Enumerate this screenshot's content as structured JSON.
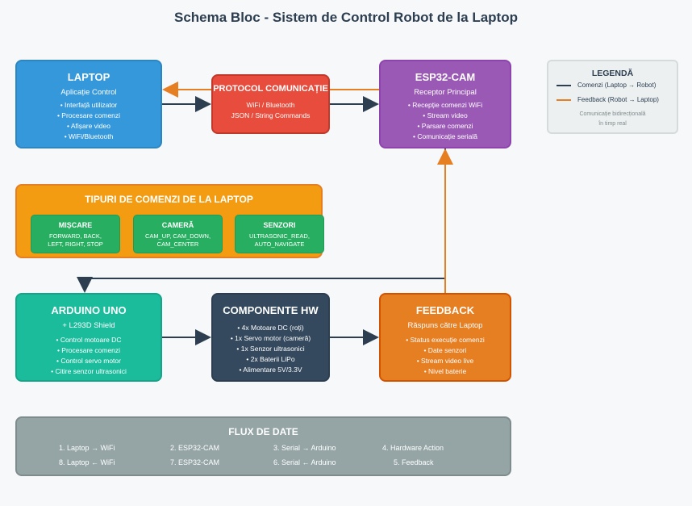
{
  "title": "Schema Bloc - Sistem de Control Robot de la Laptop",
  "laptop": {
    "title": "LAPTOP",
    "subtitle": "Aplicație Control",
    "items": [
      "• Interfață utilizator",
      "• Procesare comenzi",
      "• Afișare video",
      "• WiFi/Bluetooth"
    ]
  },
  "protocol": {
    "title": "PROTOCOL COMUNICAȚIE",
    "items": [
      "WiFi / Bluetooth",
      "JSON / String Commands"
    ]
  },
  "esp": {
    "title": "ESP32-CAM",
    "subtitle": "Receptor Principal",
    "items": [
      "• Recepție comenzi WiFi",
      "• Stream video",
      "• Parsare comenzi",
      "• Comunicație serială"
    ]
  },
  "legend": {
    "title": "LEGENDĂ",
    "commands": "Comenzi (Laptop → Robot)",
    "feedback": "Feedback (Robot → Laptop)",
    "note1": "Comunicație bidirecțională",
    "note2": "în timp real",
    "colors": {
      "commands": "#2c3e50",
      "feedback": "#e67e22"
    }
  },
  "types": {
    "title": "TIPURI DE COMENZI DE LA LAPTOP",
    "groups": [
      {
        "title": "MIȘCARE",
        "line1": "FORWARD, BACK,",
        "line2": "LEFT, RIGHT, STOP"
      },
      {
        "title": "CAMERĂ",
        "line1": "CAM_UP, CAM_DOWN,",
        "line2": "CAM_CENTER"
      },
      {
        "title": "SENZORI",
        "line1": "ULTRASONIC_READ,",
        "line2": "AUTO_NAVIGATE"
      }
    ]
  },
  "arduino": {
    "title": "ARDUINO UNO",
    "subtitle": "+ L293D Shield",
    "items": [
      "• Control motoare DC",
      "• Procesare comenzi",
      "• Control servo motor",
      "• Citire senzor ultrasonici"
    ]
  },
  "hw": {
    "title": "COMPONENTE HW",
    "items": [
      "• 4x Motoare DC (roți)",
      "• 1x Servo motor (cameră)",
      "• 1x Senzor ultrasonici",
      "• 2x Baterii LiPo",
      "• Alimentare 5V/3.3V"
    ]
  },
  "feedback": {
    "title": "FEEDBACK",
    "subtitle": "Răspuns către Laptop",
    "items": [
      "• Status execuție comenzi",
      "• Date senzori",
      "• Stream video live",
      "• Nivel baterie"
    ]
  },
  "flux": {
    "title": "FLUX DE DATE",
    "row1": [
      "1. Laptop → WiFi",
      "2. ESP32-CAM",
      "3. Serial → Arduino",
      "4. Hardware Action"
    ],
    "row2": [
      "8. Laptop ← WiFi",
      "7. ESP32-CAM",
      "6. Serial ← Arduino",
      "5. Feedback"
    ]
  }
}
